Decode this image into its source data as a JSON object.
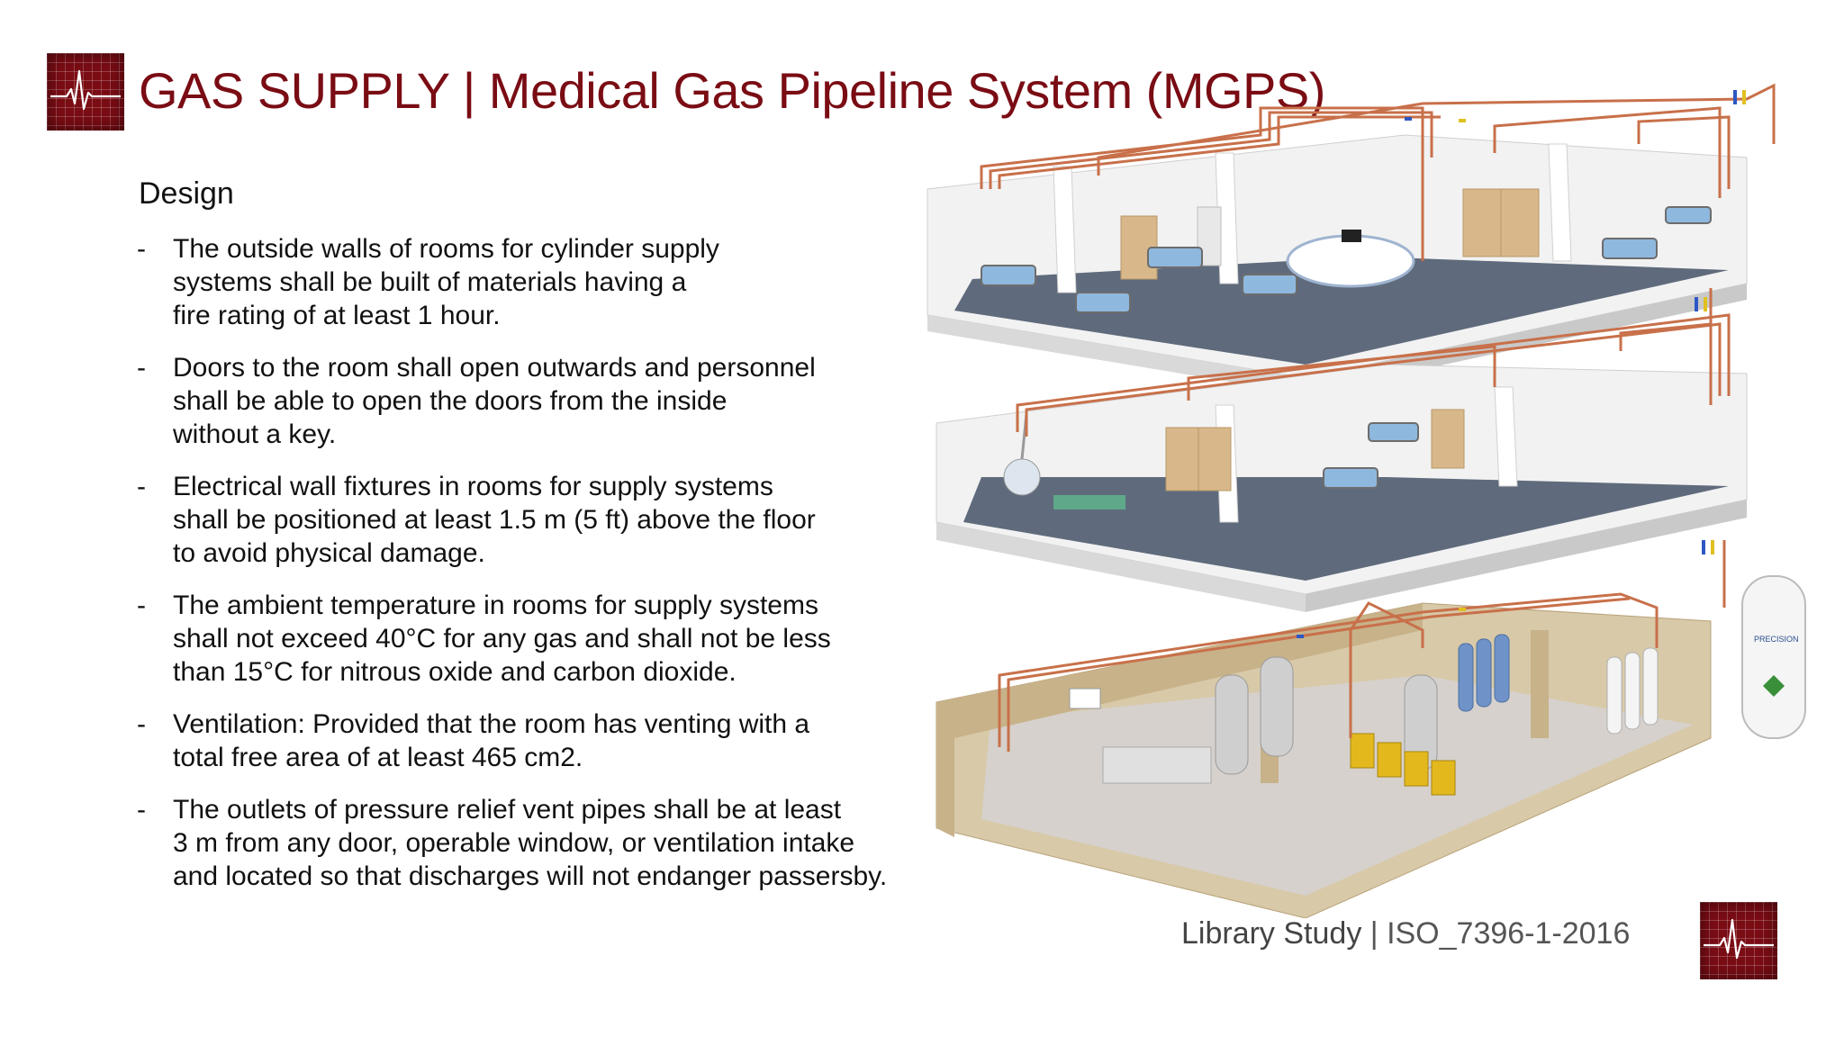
{
  "slide": {
    "title": "GAS SUPPLY | Medical Gas Pipeline System (MGPS)",
    "section_heading": "Design",
    "bullet_marker": "-",
    "bullets": [
      {
        "lines": [
          "The outside walls of rooms for cylinder supply",
          "systems shall be built of materials having a",
          "fire rating of at least 1 hour."
        ]
      },
      {
        "lines": [
          "Doors to the room shall open outwards and personnel",
          "shall be able to open the doors from the inside",
          "without a key."
        ]
      },
      {
        "lines": [
          "Electrical wall fixtures in rooms for supply systems",
          "shall be positioned at least 1.5 m (5 ft) above the floor",
          "to avoid physical damage."
        ]
      },
      {
        "lines": [
          "The ambient temperature in rooms for supply systems",
          "shall not exceed 40°C for any gas and shall not be less",
          "than 15°C for nitrous oxide and carbon dioxide."
        ]
      },
      {
        "lines": [
          "Ventilation: Provided that the room has venting with a",
          "total free area of at least 465 cm2."
        ]
      },
      {
        "lines": [
          "The outlets of pressure relief vent pipes shall be at least",
          "3 m from any door, operable window, or ventilation intake",
          "and located so that discharges will not endanger passersby."
        ]
      }
    ],
    "footer": {
      "source_label": "Library Study",
      "separator": " | ",
      "reference": "ISO_7396-1-2016"
    },
    "figure": {
      "tank_label": "PRECISION"
    },
    "colors": {
      "accent": "#7a0c14",
      "body_text": "#111111",
      "footer_text": "#555555",
      "pipe_copper": "#c8704a"
    },
    "icons": [
      "ecg-logo-icon"
    ]
  }
}
